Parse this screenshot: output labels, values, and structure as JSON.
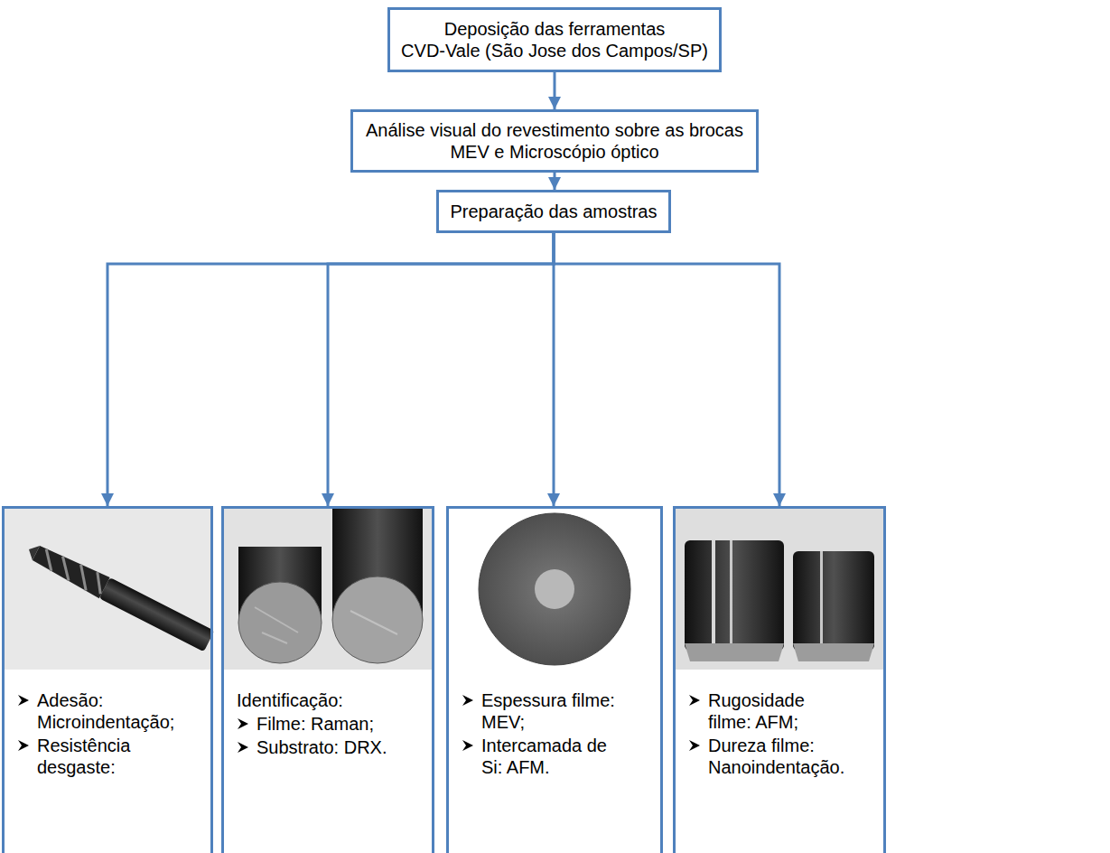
{
  "diagram": {
    "nodes": [
      {
        "text": [
          "Deposição das ferramentas",
          "CVD-Vale (São Jose dos Campos/SP)"
        ]
      },
      {
        "text": [
          "Análise visual do revestimento sobre as brocas",
          "MEV e Microscópio óptico"
        ]
      },
      {
        "text": [
          "Preparação das amostras"
        ]
      },
      {
        "text": [
          "Adesão: Microindentação;",
          "Resistência desgaste:"
        ]
      },
      {
        "text": [
          "Identificação:",
          "Filme: Raman;",
          "Substrato: DRX."
        ]
      },
      {
        "text": [
          "Espessura filme: MEV;",
          "Intercamada de Si: AFM."
        ]
      },
      {
        "text": [
          "Rugosidade filme: AFM;",
          "Dureza filme: Nanoindentação."
        ]
      }
    ],
    "edges": [
      {
        "from": 0,
        "to": 1,
        "arrow": "to"
      },
      {
        "from": 1,
        "to": 2,
        "arrow": "to"
      },
      {
        "from": 2,
        "to": 3,
        "arrow": "to"
      },
      {
        "from": 2,
        "to": 4,
        "arrow": "to"
      },
      {
        "from": 2,
        "to": 5,
        "arrow": "to"
      },
      {
        "from": 2,
        "to": 6,
        "arrow": "to"
      }
    ]
  }
}
